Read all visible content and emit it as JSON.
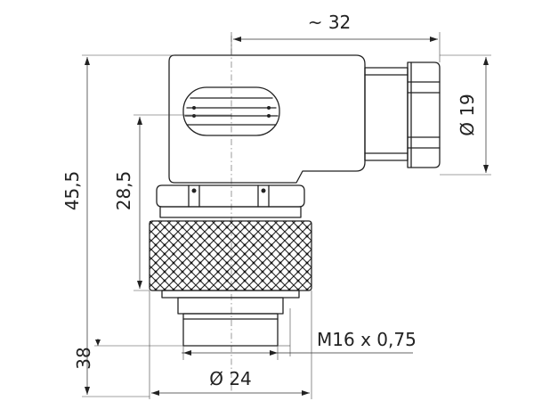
{
  "dimensions": {
    "overall_width": "~ 32",
    "cable_nut_diameter": "Ø 19",
    "total_height": "45,5",
    "body_height": "28,5",
    "thread_height": "38",
    "thread_spec": "M16 x 0,75",
    "knurl_diameter": "Ø 24"
  }
}
